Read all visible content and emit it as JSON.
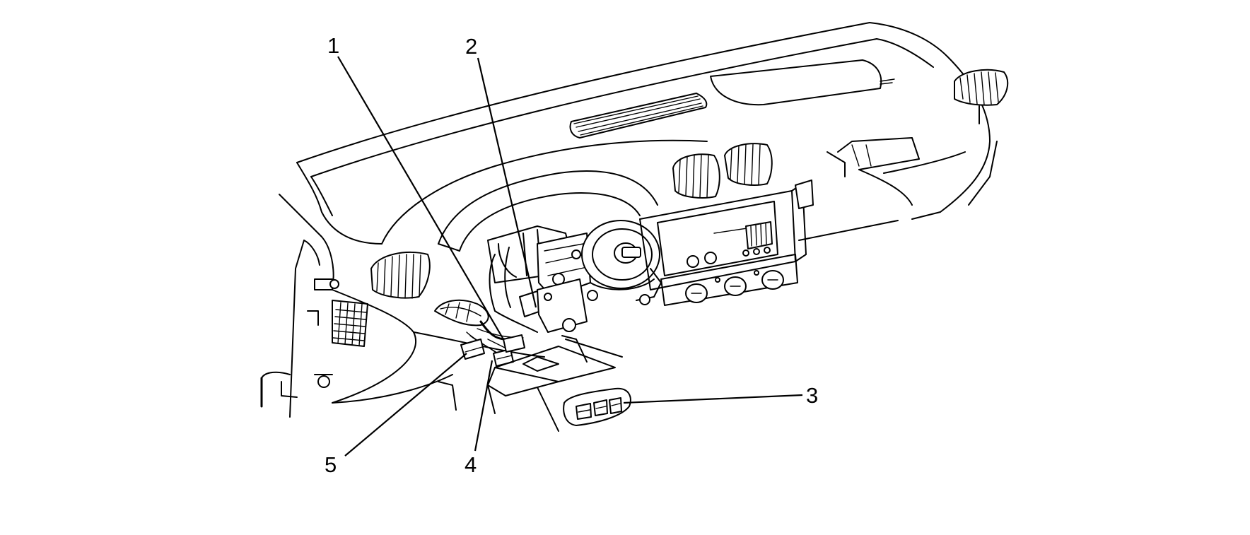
{
  "callouts": {
    "c1": "1",
    "c2": "2",
    "c3": "3",
    "c4": "4",
    "c5": "5"
  },
  "colors": {
    "ink": "#000000",
    "paper": "#ffffff"
  }
}
